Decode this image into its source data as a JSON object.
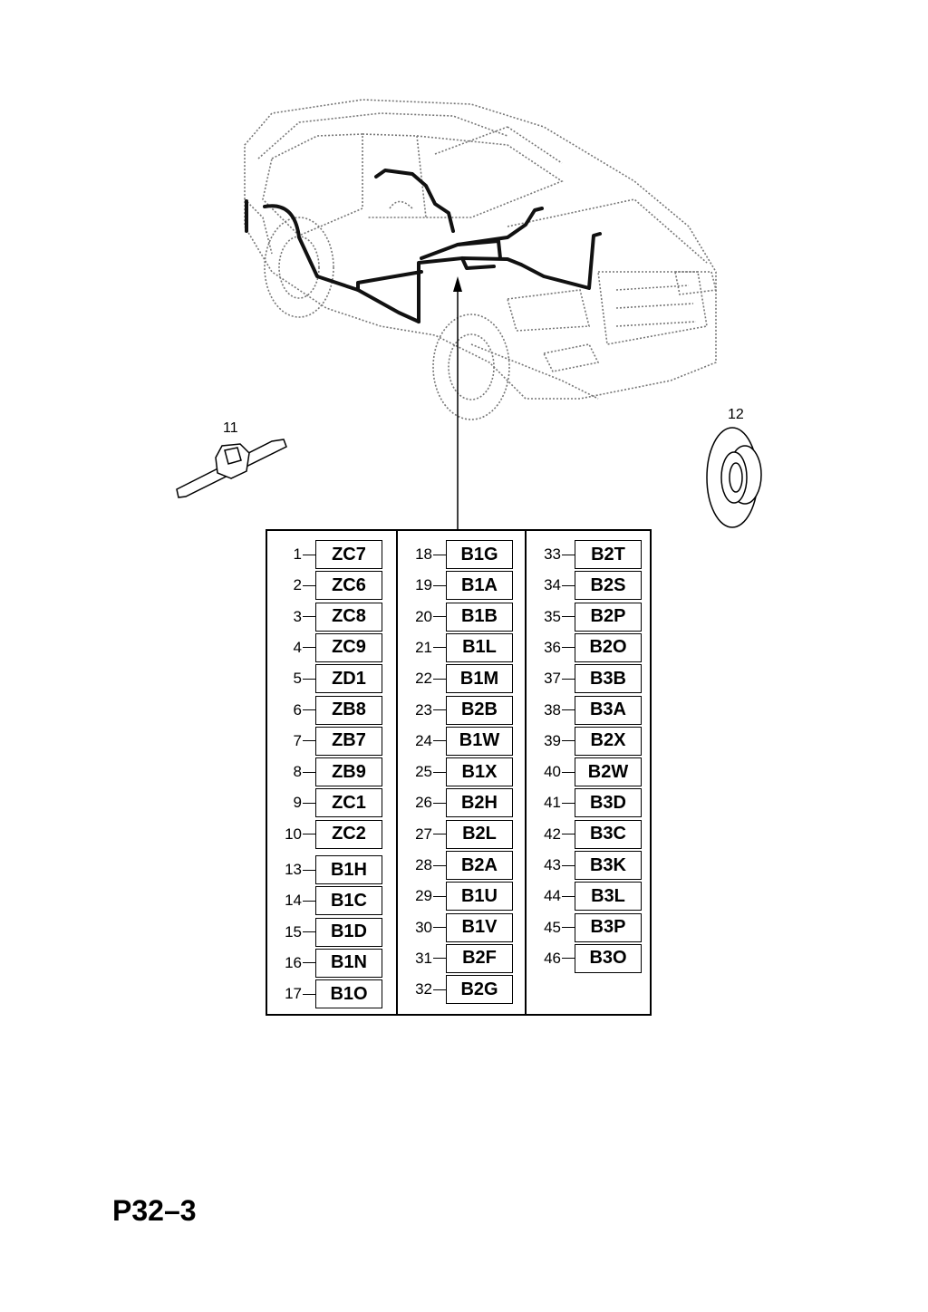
{
  "callouts": {
    "clip": "11",
    "grommet": "12"
  },
  "columns": [
    {
      "groups": [
        [
          {
            "num": "1",
            "code": "ZC7"
          },
          {
            "num": "2",
            "code": "ZC6"
          },
          {
            "num": "3",
            "code": "ZC8"
          },
          {
            "num": "4",
            "code": "ZC9"
          },
          {
            "num": "5",
            "code": "ZD1"
          },
          {
            "num": "6",
            "code": "ZB8"
          },
          {
            "num": "7",
            "code": "ZB7"
          },
          {
            "num": "8",
            "code": "ZB9"
          },
          {
            "num": "9",
            "code": "ZC1"
          },
          {
            "num": "10",
            "code": "ZC2"
          }
        ],
        [
          {
            "num": "13",
            "code": "B1H"
          },
          {
            "num": "14",
            "code": "B1C"
          },
          {
            "num": "15",
            "code": "B1D"
          },
          {
            "num": "16",
            "code": "B1N"
          },
          {
            "num": "17",
            "code": "B1O"
          }
        ]
      ]
    },
    {
      "groups": [
        [
          {
            "num": "18",
            "code": "B1G"
          },
          {
            "num": "19",
            "code": "B1A"
          },
          {
            "num": "20",
            "code": "B1B"
          },
          {
            "num": "21",
            "code": "B1L"
          },
          {
            "num": "22",
            "code": "B1M"
          },
          {
            "num": "23",
            "code": "B2B"
          },
          {
            "num": "24",
            "code": "B1W"
          },
          {
            "num": "25",
            "code": "B1X"
          },
          {
            "num": "26",
            "code": "B2H"
          },
          {
            "num": "27",
            "code": "B2L"
          },
          {
            "num": "28",
            "code": "B2A"
          },
          {
            "num": "29",
            "code": "B1U"
          },
          {
            "num": "30",
            "code": "B1V"
          },
          {
            "num": "31",
            "code": "B2F"
          },
          {
            "num": "32",
            "code": "B2G"
          }
        ]
      ]
    },
    {
      "groups": [
        [
          {
            "num": "33",
            "code": "B2T"
          },
          {
            "num": "34",
            "code": "B2S"
          },
          {
            "num": "35",
            "code": "B2P"
          },
          {
            "num": "36",
            "code": "B2O"
          },
          {
            "num": "37",
            "code": "B3B"
          },
          {
            "num": "38",
            "code": "B3A"
          },
          {
            "num": "39",
            "code": "B2X"
          },
          {
            "num": "40",
            "code": "B2W"
          },
          {
            "num": "41",
            "code": "B3D"
          },
          {
            "num": "42",
            "code": "B3C"
          },
          {
            "num": "43",
            "code": "B3K"
          },
          {
            "num": "44",
            "code": "B3L"
          },
          {
            "num": "45",
            "code": "B3P"
          },
          {
            "num": "46",
            "code": "B3O"
          }
        ]
      ]
    }
  ],
  "footer": "P32–3"
}
